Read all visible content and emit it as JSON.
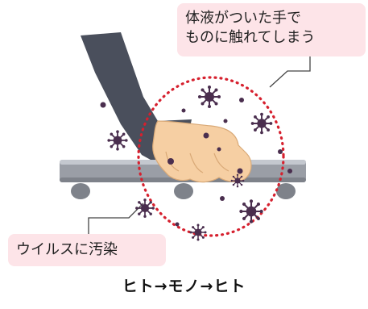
{
  "callouts": {
    "top_line1": "体液がついた手で",
    "top_line2": "ものに触れてしまう",
    "bottom": "ウイルスに汚染"
  },
  "caption": "ヒト→モノ→ヒト",
  "colors": {
    "callout_bg": "#fde4e8",
    "dotted_circle": "#d6202e",
    "virus": "#4a2e4e",
    "sleeve": "#4a4f5c",
    "skin": "#f6cfa3",
    "rail": "#9a9ea6"
  },
  "icons": {
    "virus": "virus-icon",
    "hand": "hand-icon",
    "sleeve": "sleeve-icon",
    "handrail": "handrail-icon"
  }
}
